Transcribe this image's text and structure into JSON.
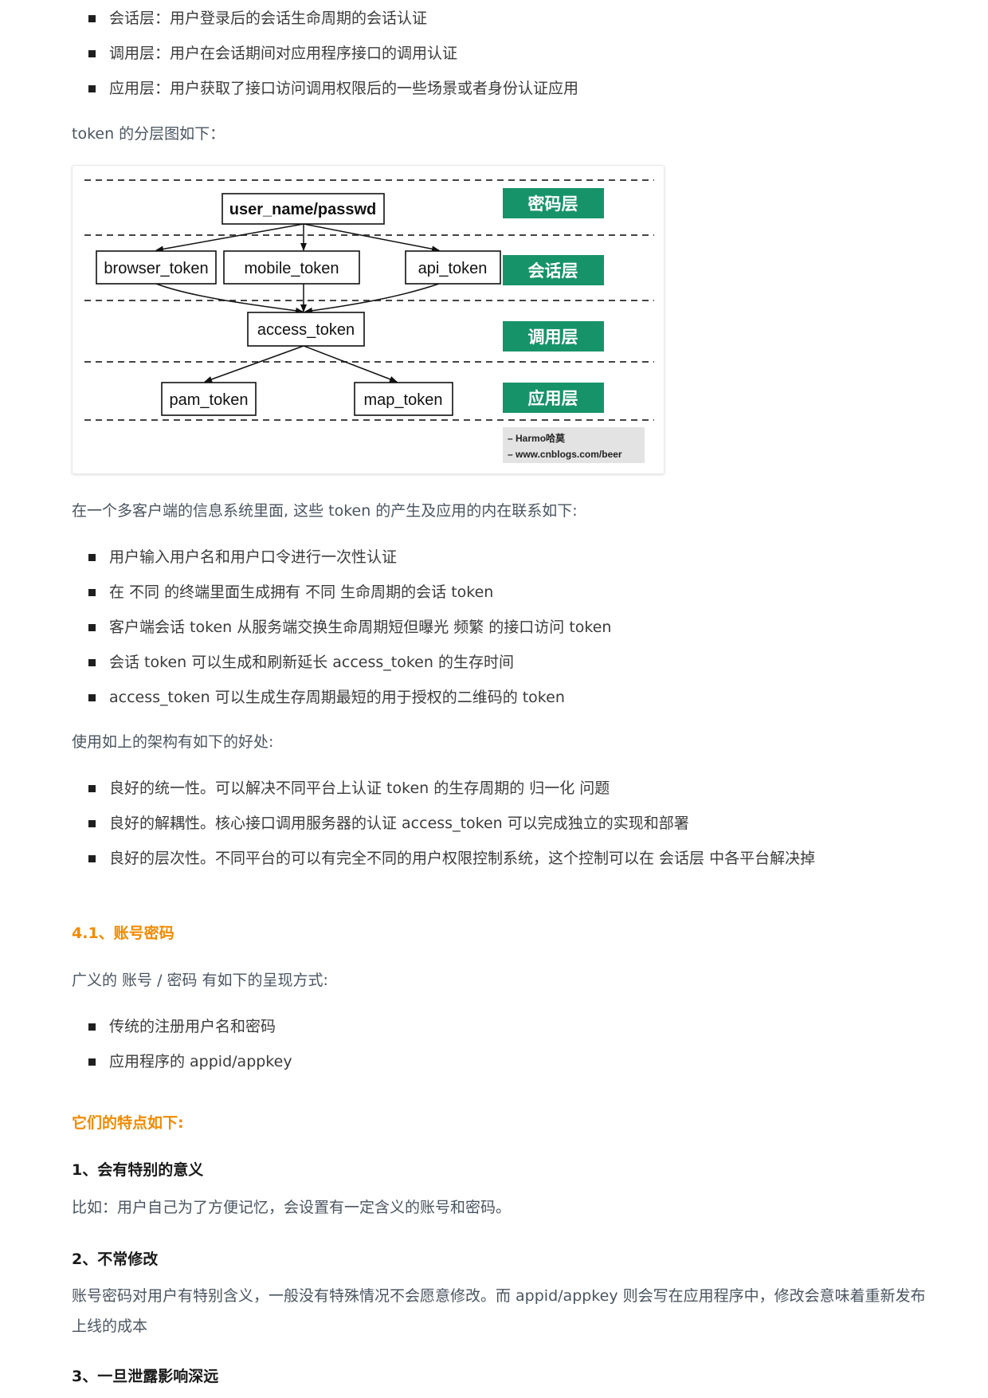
{
  "top_list": [
    "会话层：用户登录后的会话生命周期的会话认证",
    "调用层：用户在会话期间对应用程序接口的调用认证",
    "应用层：用户获取了接口访问调用权限后的一些场景或者身份认证应用"
  ],
  "token_intro": "token 的分层图如下：",
  "diagram": {
    "nodes": {
      "user": "user_name/passwd",
      "browser": "browser_token",
      "mobile": "mobile_token",
      "api": "api_token",
      "access": "access_token",
      "pam": "pam_token",
      "map": "map_token"
    },
    "layers": [
      "密码层",
      "会话层",
      "调用层",
      "应用层"
    ],
    "credit_line1": "– Harmo哈莫",
    "credit_line2": "– www.cnblogs.com/beer",
    "layer_color": "#17936a"
  },
  "relation_intro": "在一个多客户端的信息系统里面, 这些 token 的产生及应用的内在联系如下:",
  "relation_list": [
    "用户输入用户名和用户口令进行一次性认证",
    "在 不同 的终端里面生成拥有 不同 生命周期的会话 token",
    "客户端会话 token 从服务端交换生命周期短但曝光 频繁 的接口访问 token",
    "会话 token 可以生成和刷新延长 access_token 的生存时间",
    "access_token 可以生成生存周期最短的用于授权的二维码的 token"
  ],
  "benefit_intro": "使用如上的架构有如下的好处:",
  "benefit_list": [
    "良好的统一性。可以解决不同平台上认证 token 的生存周期的 归一化 问题",
    "良好的解耦性。核心接口调用服务器的认证 access_token 可以完成独立的实现和部署",
    "良好的层次性。不同平台的可以有完全不同的用户权限控制系统，这个控制可以在 会话层 中各平台解决掉"
  ],
  "section_title": "4.1、账号密码",
  "account_intro": "广义的 账号 / 密码 有如下的呈现方式:",
  "account_list": [
    "传统的注册用户名和密码",
    "应用程序的 appid/appkey"
  ],
  "features_title": "它们的特点如下:",
  "feature1_title": "1、会有特别的意义",
  "feature1_text": "比如：用户自己为了方便记忆，会设置有一定含义的账号和密码。",
  "feature2_title": "2、不常修改",
  "feature2_text_line1": "账号密码对用户有特别含义，一般没有特殊情况不会愿意修改。而 appid/appkey 则会写在应用程序中，修改会意味着重新发布",
  "feature2_text_line2": "上线的成本",
  "feature3_title": "3、一旦泄露影响深远",
  "accent_color": "#f28a00"
}
